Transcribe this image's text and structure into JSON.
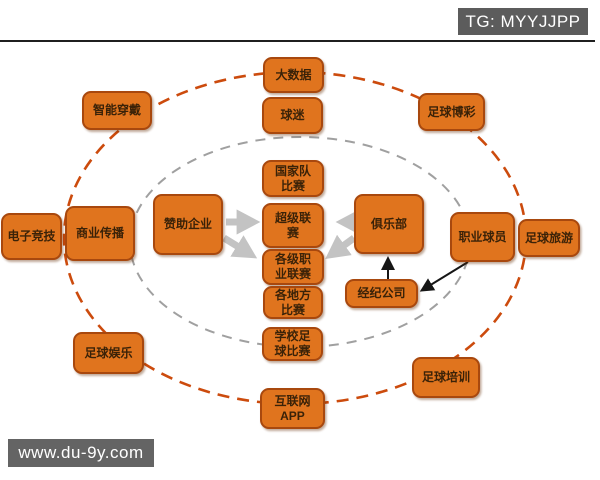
{
  "header": {
    "tg_label": "TG: MYYJJPP"
  },
  "footer": {
    "site_label": "www.du-9y.com"
  },
  "colors": {
    "node_fill": "#e0741e",
    "node_border": "#a8480e",
    "node_text": "#3a2208",
    "outer_ring": "#cc4b0d",
    "inner_ring": "#a0a0a0",
    "arrow_gray": "#c3c3c3",
    "arrow_black": "#161616",
    "badge_bg": "#5c5c5c"
  },
  "nodes": {
    "big_data": {
      "label": "大数据"
    },
    "fans": {
      "label": "球迷"
    },
    "smart_wearables": {
      "label": "智能穿戴"
    },
    "football_betting": {
      "label": "足球博彩"
    },
    "esports": {
      "label": "电子竞技"
    },
    "commercial_media": {
      "label": "商业传播"
    },
    "sponsors": {
      "label": "赞助企业"
    },
    "national_team_matches": {
      "label": [
        "国家队",
        "比赛"
      ]
    },
    "super_league": {
      "label": [
        "超级联",
        "赛"
      ]
    },
    "professional_leagues": {
      "label": [
        "各级职",
        "业联赛"
      ]
    },
    "local_matches": {
      "label": [
        "各地方",
        "比赛"
      ]
    },
    "school_matches": {
      "label": [
        "学校足",
        "球比赛"
      ]
    },
    "club": {
      "label": "俱乐部"
    },
    "agency": {
      "label": "经纪公司"
    },
    "professional_players": {
      "label": "职业球员"
    },
    "football_tourism": {
      "label": "足球旅游"
    },
    "football_entertainment": {
      "label": "足球娱乐"
    },
    "internet_app": {
      "label": [
        "互联网",
        "APP"
      ]
    },
    "football_training": {
      "label": "足球培训"
    }
  },
  "relations": {
    "gray_arrows": [
      "sponsors -> super_league",
      "sponsors -> professional_leagues",
      "club -> super_league",
      "club -> professional_leagues"
    ],
    "black_arrows": [
      "agency -> club",
      "professional_players -> agency"
    ]
  }
}
